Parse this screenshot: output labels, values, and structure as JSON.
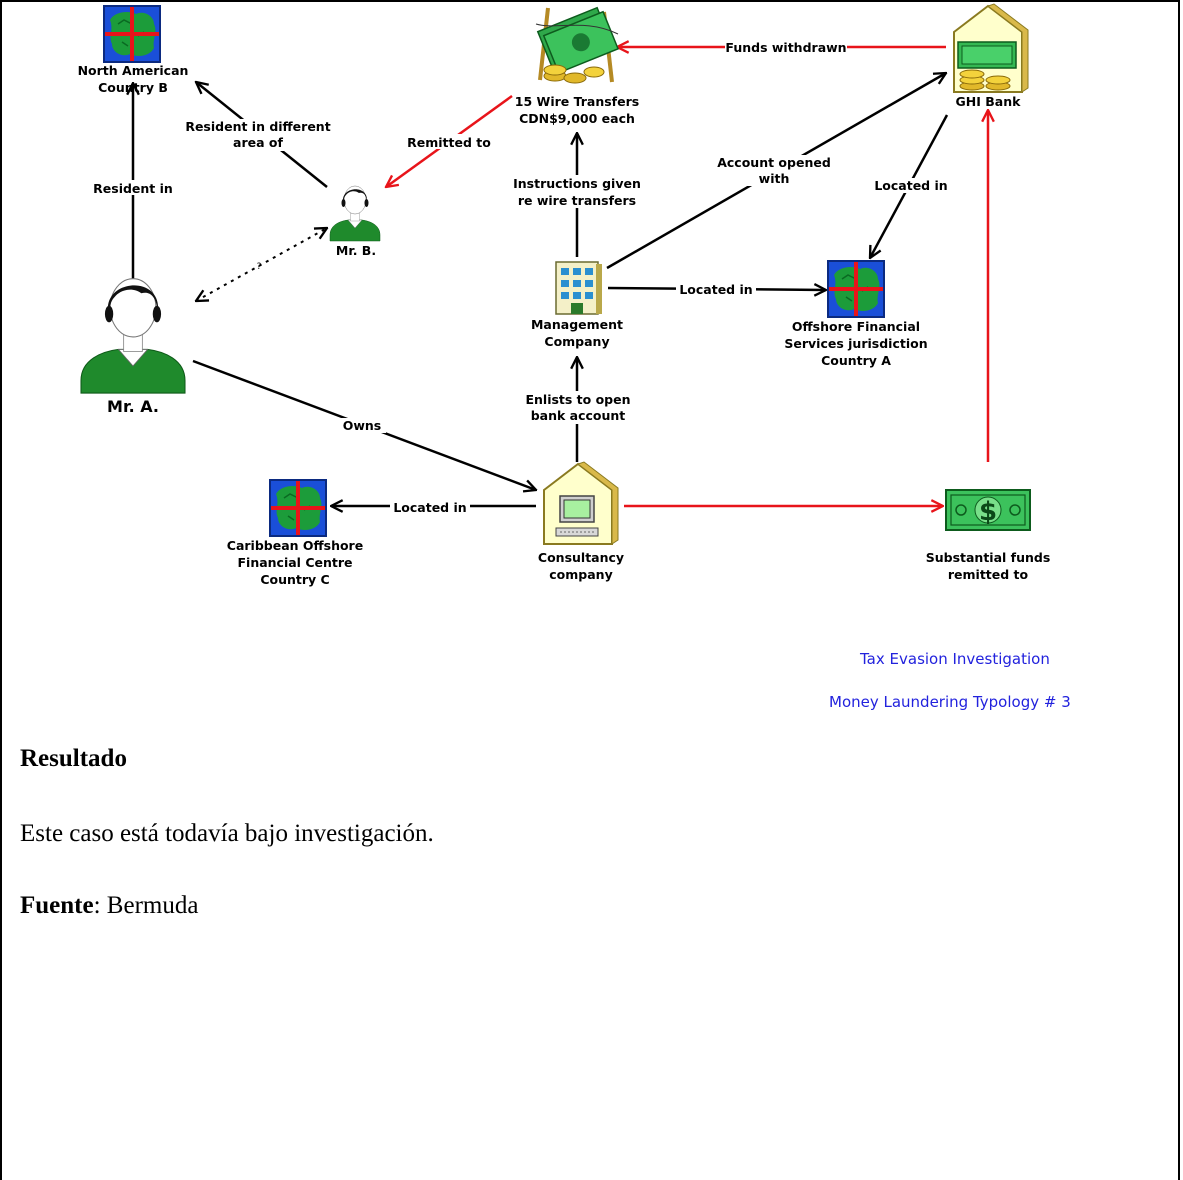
{
  "diagram": {
    "nodes": {
      "country_b": [
        "North American",
        "Country B"
      ],
      "wire_transfers": [
        "15 Wire Transfers",
        "CDN$9,000 each"
      ],
      "ghi_bank": [
        "GHI Bank"
      ],
      "mr_b": [
        "Mr. B."
      ],
      "mr_a": [
        "Mr. A."
      ],
      "management": [
        "Management",
        "Company"
      ],
      "country_a": [
        "Offshore Financial",
        "Services jurisdiction",
        "Country A"
      ],
      "consultancy": [
        "Consultancy",
        "company"
      ],
      "country_c": [
        "Caribbean Offshore",
        "Financial Centre",
        "Country C"
      ],
      "funds": [
        "Substantial funds",
        "remitted to"
      ]
    },
    "edges": {
      "funds_withdrawn": [
        "Funds withdrawn"
      ],
      "resident_in": [
        "Resident in"
      ],
      "resident_different": [
        "Resident in different",
        "area of"
      ],
      "remitted_to": [
        "Remitted to"
      ],
      "instructions": [
        "Instructions given",
        "re wire transfers"
      ],
      "account_opened": [
        "Account opened",
        "with"
      ],
      "located_in_ghi": [
        "Located in"
      ],
      "located_in_mgmt": [
        "Located in"
      ],
      "owns": [
        "Owns"
      ],
      "enlists": [
        "Enlists to open",
        "bank account"
      ],
      "located_in_cons": [
        "Located in"
      ],
      "unknown_link": [
        "?"
      ]
    },
    "colors": {
      "black_arrow": "#000000",
      "red_arrow": "#e8141a"
    },
    "icons": {
      "country_b": "map-icon",
      "country_a": "map-icon",
      "country_c": "map-icon",
      "wire_transfers": "money-bundle-icon",
      "ghi_bank": "bank-house-icon",
      "mr_a": "person-icon",
      "mr_b": "person-icon",
      "management": "office-building-icon",
      "consultancy": "computer-house-icon",
      "funds": "dollar-bill-icon"
    }
  },
  "caption": {
    "line1": "Tax Evasion Investigation",
    "line2": "Money Laundering Typology # 3"
  },
  "document": {
    "heading": "Resultado",
    "body": "Este caso está todavía bajo investigación.",
    "source_label": "Fuente",
    "source_value": ": Bermuda"
  }
}
